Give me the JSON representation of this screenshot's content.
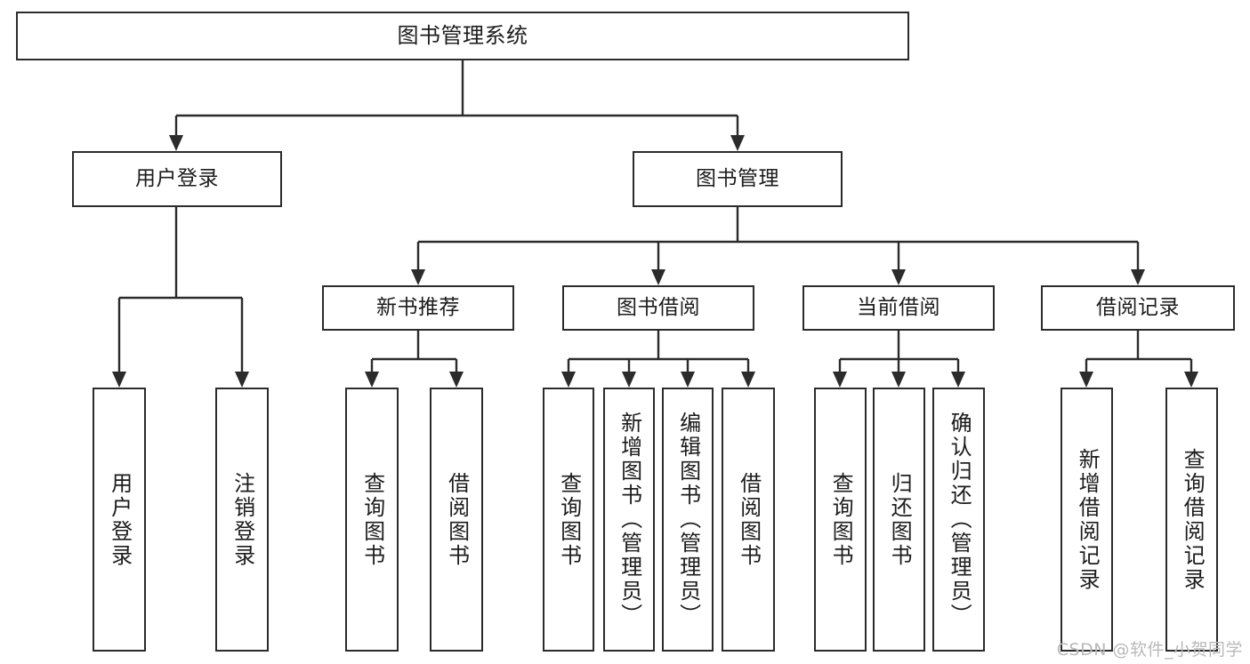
{
  "diagram": {
    "type": "tree",
    "title": "图书管理系统",
    "watermark": "CSDN @软件_小贺同学",
    "colors": {
      "stroke": "#2b2b2b",
      "fill": "#ffffff",
      "text": "#1c1c1c",
      "watermark": "#b9b9b9"
    },
    "root": {
      "label": "图书管理系统"
    },
    "level2": [
      {
        "label": "用户登录"
      },
      {
        "label": "图书管理"
      }
    ],
    "level3": [
      {
        "label": "新书推荐"
      },
      {
        "label": "图书借阅"
      },
      {
        "label": "当前借阅"
      },
      {
        "label": "借阅记录"
      }
    ],
    "leaves": {
      "user_login": [
        {
          "label": "用户登录"
        },
        {
          "label": "注销登录"
        }
      ],
      "new_books": [
        {
          "label": "查询图书"
        },
        {
          "label": "借阅图书"
        }
      ],
      "book_borrow": [
        {
          "label": "查询图书"
        },
        {
          "label": "新增图书（管理员）"
        },
        {
          "label": "编辑图书（管理员）"
        },
        {
          "label": "借阅图书"
        }
      ],
      "current_borrow": [
        {
          "label": "查询图书"
        },
        {
          "label": "归还图书"
        },
        {
          "label": "确认归还（管理员）"
        }
      ],
      "borrow_records": [
        {
          "label": "新增借阅记录"
        },
        {
          "label": "查询借阅记录"
        }
      ]
    }
  }
}
